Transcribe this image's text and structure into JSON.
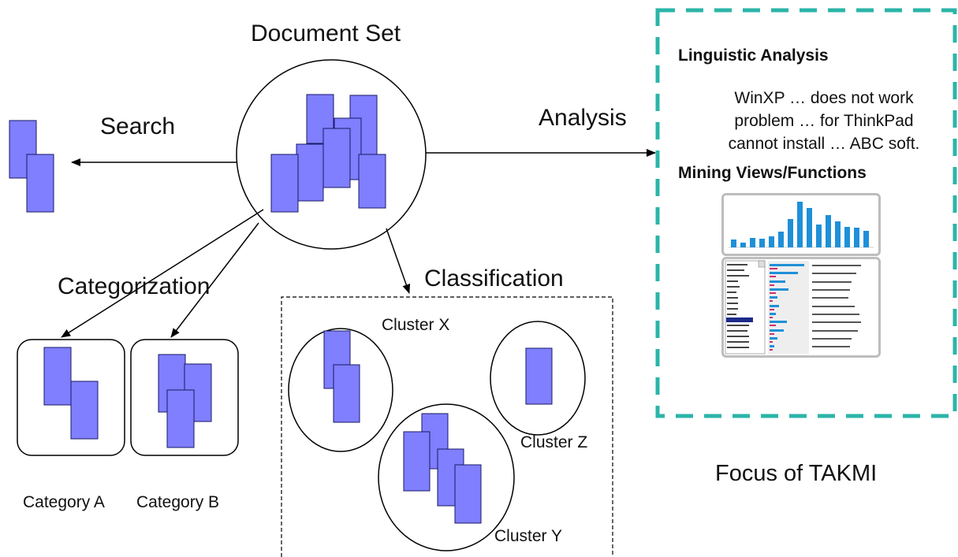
{
  "title": "Document Set",
  "edges": {
    "search": "Search",
    "analysis": "Analysis",
    "categorization": "Categorization",
    "classification": "Classification"
  },
  "categories": [
    "Category A",
    "Category B"
  ],
  "clusters": [
    "Cluster X",
    "Cluster Y",
    "Cluster Z"
  ],
  "focus_panel": {
    "linguistic_heading": "Linguistic Analysis",
    "linguistic_lines": [
      "WinXP … does not work",
      "problem … for ThinkPad",
      "cannot install … ABC soft."
    ],
    "mining_heading": "Mining Views/Functions",
    "caption": "Focus of TAKMI",
    "border_color": "#2bb5a8"
  },
  "colors": {
    "doc_fill": "#7f7fff",
    "doc_stroke": "#1a1a66",
    "bar_color": "#1e90d8"
  }
}
